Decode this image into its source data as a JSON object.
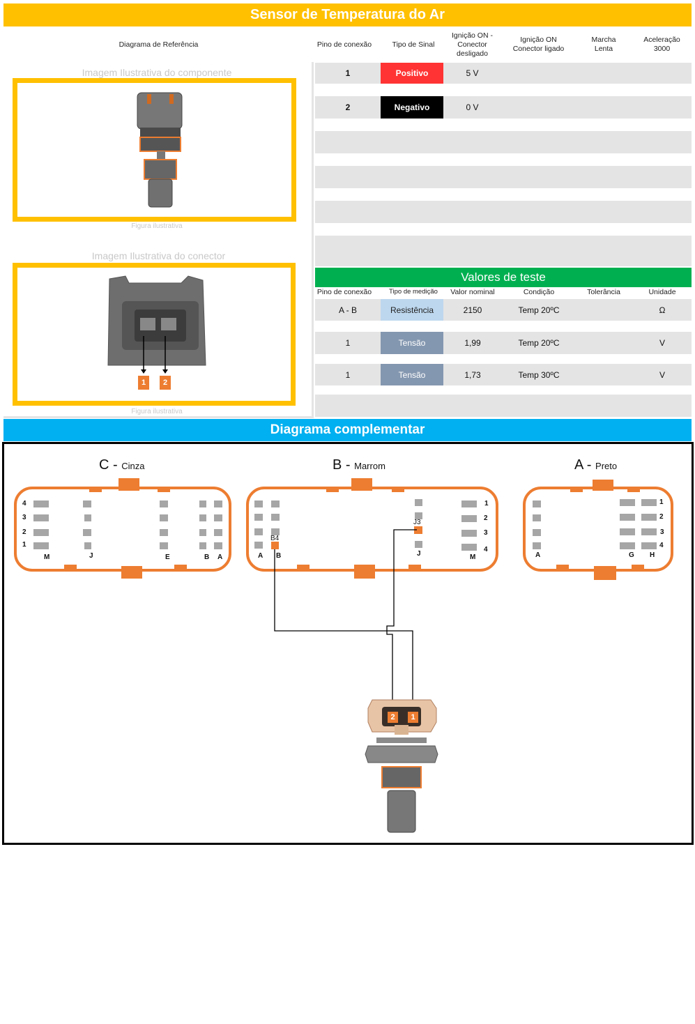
{
  "title": "Sensor de Temperatura do Ar",
  "colors": {
    "title_bar": "#FFC000",
    "test_bar": "#00B050",
    "diagram_bar": "#00B0F0",
    "positive": "#FF3333",
    "negative": "#000000",
    "resistance": "#BDD7EE",
    "voltage": "#8497B0",
    "connector": "#ED7D31"
  },
  "header": {
    "reference_diagram": "Diagrama de Referência",
    "columns": [
      "Pino de conexão",
      "Tipo de Sinal",
      "Ignição ON - Conector desligado",
      "Ignição ON Conector ligado",
      "Marcha Lenta",
      "Aceleração 3000"
    ]
  },
  "left": {
    "component_caption": "Imagem Ilustrativa do componente",
    "component_figure": "Figura ilustrativa",
    "connector_caption": "Imagem Ilustrativa do conector",
    "connector_figure": "Figura ilustrativa",
    "pin_labels": [
      "1",
      "2"
    ]
  },
  "signals": [
    {
      "pin": "1",
      "type": "Positivo",
      "ign_off": "5 V",
      "ign_on": "",
      "idle": "",
      "accel": ""
    },
    {
      "pin": "2",
      "type": "Negativo",
      "ign_off": "0 V",
      "ign_on": "",
      "idle": "",
      "accel": ""
    }
  ],
  "test": {
    "title": "Valores de teste",
    "columns": [
      "Pino de conexão",
      "Tipo de medição",
      "Valor nominal",
      "Condição",
      "Tolerância",
      "Unidade"
    ],
    "rows": [
      {
        "pin": "A - B",
        "type": "Resistência",
        "nominal": "2150",
        "condition": "Temp 20ºC",
        "tolerance": "",
        "unit": "Ω"
      },
      {
        "pin": "1",
        "type": "Tensão",
        "nominal": "1,99",
        "condition": "Temp 20ºC",
        "tolerance": "",
        "unit": "V"
      },
      {
        "pin": "1",
        "type": "Tensão",
        "nominal": "1,73",
        "condition": "Temp 30ºC",
        "tolerance": "",
        "unit": "V"
      }
    ]
  },
  "diagram": {
    "title": "Diagrama complementar",
    "connectors": [
      {
        "letter": "C",
        "color": "Cinza",
        "rows": [
          "4",
          "3",
          "2",
          "1"
        ],
        "cols": [
          "M",
          "J",
          "E",
          "B",
          "A"
        ]
      },
      {
        "letter": "B",
        "color": "Marrom",
        "rows": [
          "1",
          "2",
          "3",
          "4"
        ],
        "cols": [
          "A",
          "B",
          "J",
          "M"
        ],
        "pins": [
          "B4",
          "J3"
        ]
      },
      {
        "letter": "A",
        "color": "Preto",
        "rows": [
          "1",
          "2",
          "3",
          "4"
        ],
        "cols": [
          "A",
          "G",
          "H"
        ]
      }
    ],
    "sensor_pins": [
      "2",
      "1"
    ]
  }
}
